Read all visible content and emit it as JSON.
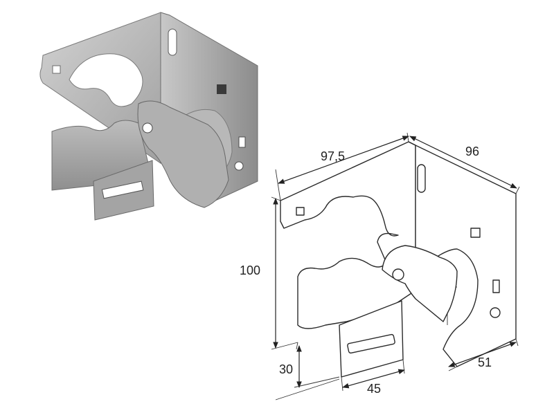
{
  "dimensions": {
    "width": "97,5",
    "depth": "96",
    "height": "100",
    "tab_height": "30",
    "tab_width": "45",
    "lower_offset": "51"
  },
  "colors": {
    "metal_light": "#c4c4c4",
    "metal_mid": "#a8a8a8",
    "metal_dark": "#8a8a8a",
    "line": "#2a2a2a"
  }
}
